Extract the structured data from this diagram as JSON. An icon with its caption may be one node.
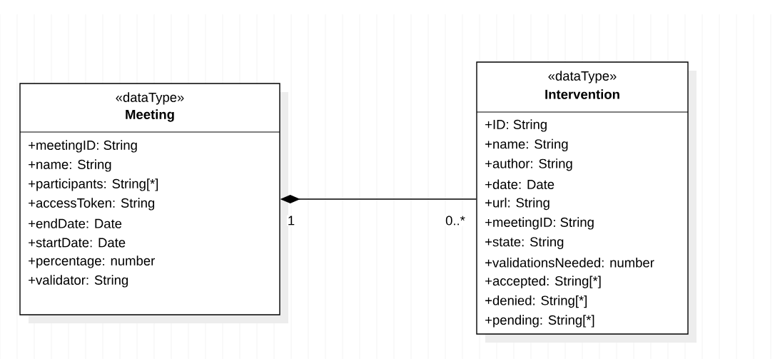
{
  "diagram": {
    "nodes": [
      {
        "text": [
          "«dataType»",
          "Meeting",
          "+meetingID: String",
          "+name: String",
          "+participants: String[*]",
          "+accessToken: String",
          "+endDate: Date",
          "+startDate: Date",
          "+percentage: number",
          "+validator: String"
        ]
      },
      {
        "text": [
          "«dataType»",
          "Intervention",
          "+ID: String",
          "+name: String",
          "+author: String",
          "+date: Date",
          "+url: String",
          "+meetingID: String",
          "+state: String",
          "+validationsNeeded: number",
          "+accepted: String[*]",
          "+denied: String[*]",
          "+pending: String[*]"
        ]
      }
    ],
    "edges": [
      {
        "from": 0,
        "to": 1,
        "arrow": "other"
      }
    ],
    "labels": [
      "1",
      "0..*"
    ]
  }
}
